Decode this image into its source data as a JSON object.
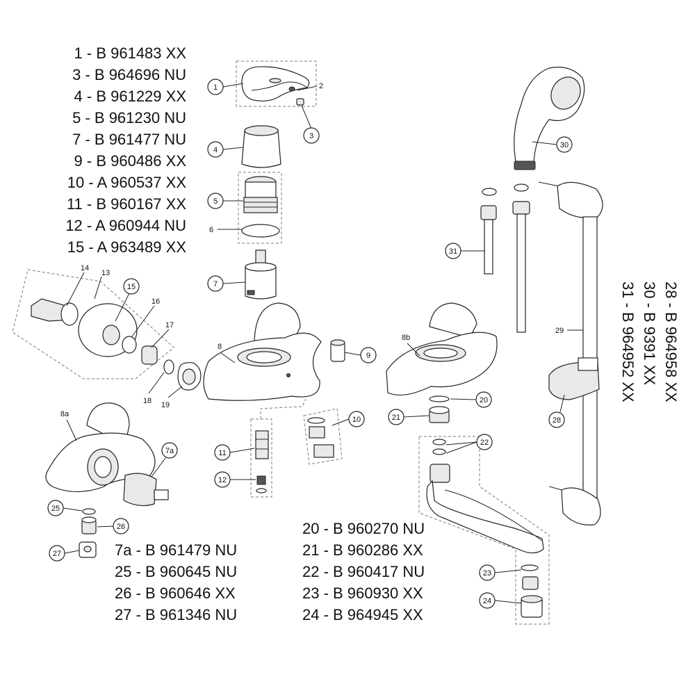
{
  "parts_list_top_left": [
    "1 - B 961483 XX",
    "3 - B 964696 NU",
    "4 - B 961229 XX",
    "5 - B 961230 NU",
    "7 - B 961477 NU",
    "9 - B 960486 XX",
    "10 - A 960537 XX",
    "11 - B 960167 XX",
    "12 - A 960944 NU",
    "15 - A 963489 XX"
  ],
  "parts_list_bottom_left": [
    "7a - B 961479 NU",
    "25 - B 960645 NU",
    "26 - B 960646 XX",
    "27 - B 961346 NU"
  ],
  "parts_list_bottom_right": [
    "20 - B 960270 NU",
    "21 - B 960286 XX",
    "22 - B 960417 NU",
    "23 - B 960930 XX",
    "24 - B 964945 XX"
  ],
  "parts_list_right_vertical": [
    "28 - B 964958 XX",
    "30 - B 9391 XX",
    "31 - B 964952 XX"
  ],
  "callouts": {
    "c1": "1",
    "c2": "2",
    "c3": "3",
    "c4": "4",
    "c5": "5",
    "c6": "6",
    "c7": "7",
    "c8": "8",
    "c8a": "8a",
    "c8b": "8b",
    "c9": "9",
    "c10": "10",
    "c11": "11",
    "c12": "12",
    "c13": "13",
    "c14": "14",
    "c15": "15",
    "c16": "16",
    "c17": "17",
    "c18": "18",
    "c19": "19",
    "c20": "20",
    "c21": "21",
    "c22": "22",
    "c23": "23",
    "c24": "24",
    "c25": "25",
    "c26": "26",
    "c27": "27",
    "c28": "28",
    "c29": "29",
    "c30": "30",
    "c31": "31",
    "c7a": "7a"
  }
}
